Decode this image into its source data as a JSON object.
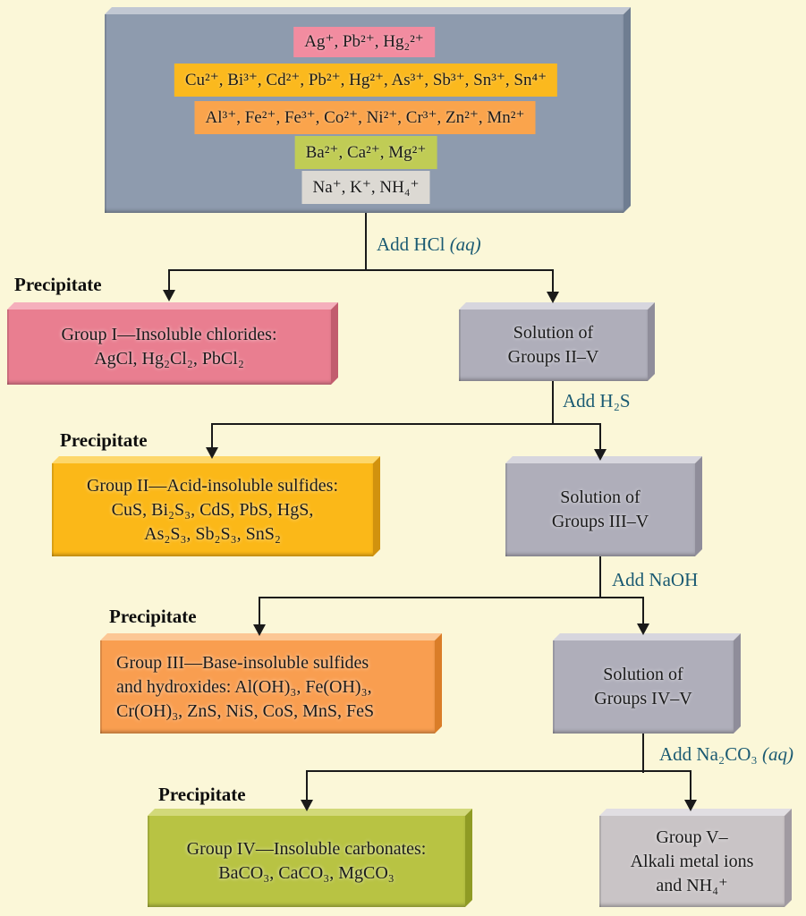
{
  "colors": {
    "background": "#FBF7D8",
    "matrix_box_face": "#8E9BAE",
    "strip_group1": "#F28CA0",
    "strip_group2": "#FBB91E",
    "strip_group3": "#FAA44C",
    "strip_group4": "#C0CC55",
    "strip_group5": "#DCD9D3",
    "box_group1": "#E97E90",
    "box_group2": "#FBB818",
    "box_group3": "#F99E50",
    "box_group4": "#B8C343",
    "box_group5": "#C9C4C6",
    "box_solution": "#AFAEBA",
    "reagent_text": "#1A5A72",
    "line": "#1A1A1A"
  },
  "matrix_box": {
    "strips": [
      {
        "name": "group-1-ions",
        "color": "#F28CA0",
        "text": "Ag⁺, Pb²⁺, Hg₂²⁺"
      },
      {
        "name": "group-2-ions",
        "color": "#FBB91E",
        "text": "Cu²⁺, Bi³⁺, Cd²⁺, Pb²⁺, Hg²⁺, As³⁺, Sb³⁺, Sn³⁺, Sn⁴⁺"
      },
      {
        "name": "group-3-ions",
        "color": "#FAA44C",
        "text": "Al³⁺, Fe²⁺, Fe³⁺, Co²⁺, Ni²⁺, Cr³⁺, Zn²⁺, Mn²⁺"
      },
      {
        "name": "group-4-ions",
        "color": "#C0CC55",
        "text": "Ba²⁺, Ca²⁺, Mg²⁺"
      },
      {
        "name": "group-5-ions",
        "color": "#DCD9D3",
        "text": "Na⁺, K⁺, NH₄⁺"
      }
    ]
  },
  "steps": [
    {
      "reagent": "Add HCl",
      "reagent_aq": " (aq)",
      "precipitate_label": "Precipitate",
      "precipitate_lines": [
        "Group I—Insoluble chlorides:",
        "AgCl, Hg₂Cl₂, PbCl₂"
      ],
      "solution_lines": [
        "Solution of",
        "Groups II–V"
      ]
    },
    {
      "reagent": "Add H₂S",
      "reagent_aq": "",
      "precipitate_label": "Precipitate",
      "precipitate_lines": [
        "Group II—Acid-insoluble sulfides:",
        "CuS, Bi₂S₃, CdS, PbS, HgS,",
        "As₂S₃, Sb₂S₃, SnS₂"
      ],
      "solution_lines": [
        "Solution of",
        "Groups III–V"
      ]
    },
    {
      "reagent": "Add NaOH",
      "reagent_aq": "",
      "precipitate_label": "Precipitate",
      "precipitate_lines": [
        "Group III—Base-insoluble sulfides",
        "and hydroxides: Al(OH)₃, Fe(OH)₃,",
        "Cr(OH)₃, ZnS, NiS, CoS, MnS, FeS"
      ],
      "solution_lines": [
        "Solution of",
        "Groups IV–V"
      ]
    },
    {
      "reagent": "Add Na₂CO₃",
      "reagent_aq": " (aq)",
      "precipitate_label": "Precipitate",
      "precipitate_lines": [
        "Group IV—Insoluble carbonates:",
        "BaCO₃, CaCO₃, MgCO₃"
      ],
      "solution_lines": [
        "Group V–",
        "Alkali metal ions",
        "and NH₄⁺"
      ]
    }
  ]
}
